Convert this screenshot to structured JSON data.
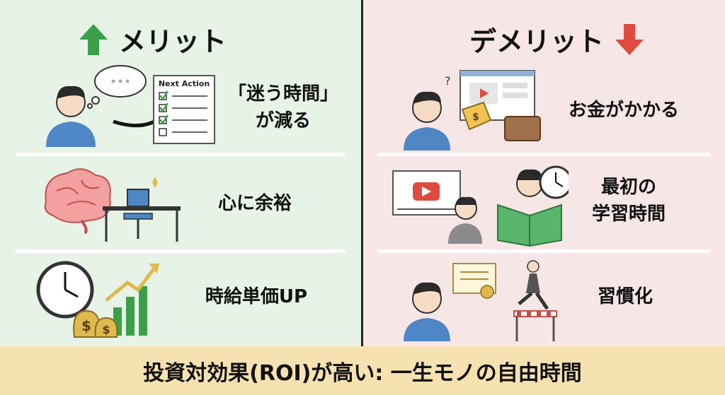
{
  "merit": {
    "title": "メリット",
    "items": [
      {
        "line1": "「迷う時間」",
        "line2": "が減る",
        "card_title": "Next Action"
      },
      {
        "line1": "心に余裕"
      },
      {
        "line1": "時給単価UP"
      }
    ]
  },
  "demerit": {
    "title": "デメリット",
    "items": [
      {
        "line1": "お金がかかる"
      },
      {
        "line1": "最初の",
        "line2": "学習時間"
      },
      {
        "line1": "習慣化"
      }
    ]
  },
  "footer": {
    "text": "投資対効果(ROI)が高い: 一生モノの自由時間"
  },
  "colors": {
    "merit_bg": "#e6f3e6",
    "demerit_bg": "#f7e6e6",
    "footer_bg": "#f6e1b0",
    "up_arrow": "#3aa047",
    "down_arrow": "#e04a3f"
  }
}
